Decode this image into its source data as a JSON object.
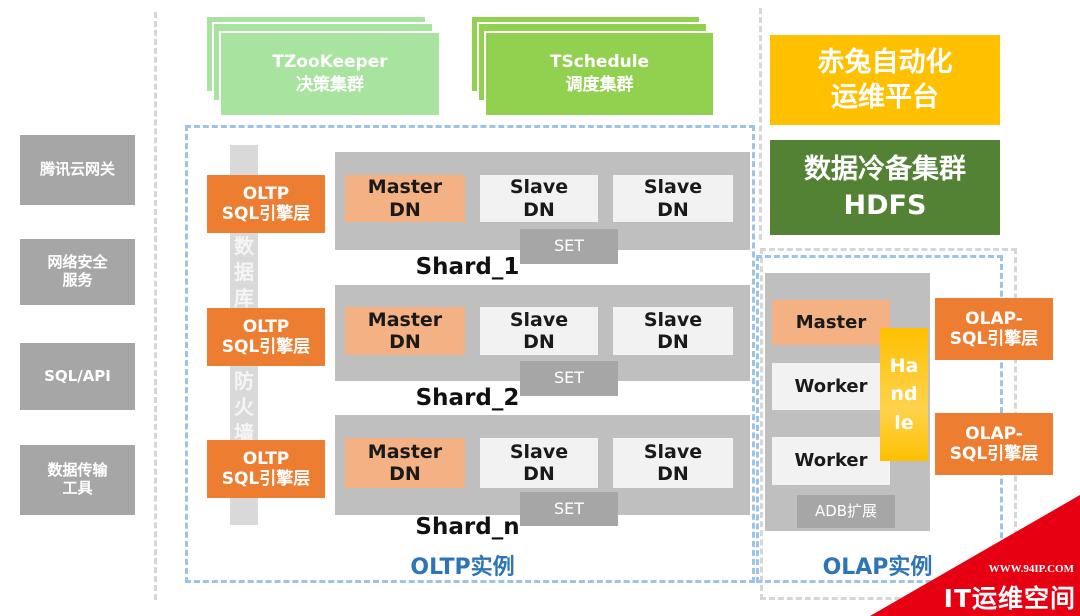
{
  "left_services": [
    {
      "lines": [
        "腾讯云网关"
      ]
    },
    {
      "lines": [
        "网络安全",
        "服务"
      ]
    },
    {
      "lines": [
        "SQL/API"
      ]
    },
    {
      "lines": [
        "数据传输",
        "工具"
      ]
    }
  ],
  "top_clusters": [
    {
      "name": "TZooKeeper",
      "desc": "决策集群"
    },
    {
      "name": "TSchedule",
      "desc": "调度集群"
    }
  ],
  "ops_platform": {
    "lines": [
      "赤兔自动化",
      "运维平台"
    ]
  },
  "backup_cluster": {
    "lines": [
      "数据冷备集群",
      "HDFS"
    ]
  },
  "oltp": {
    "label": "OLTP实例",
    "firewall_chars": [
      "数",
      "据",
      "库",
      "防",
      "火",
      "墙"
    ],
    "engines": [
      {
        "lines": [
          "OLTP",
          "SQL引擎层"
        ]
      },
      {
        "lines": [
          "OLTP",
          "SQL引擎层"
        ]
      },
      {
        "lines": [
          "OLTP",
          "SQL引擎层"
        ]
      }
    ],
    "shards": [
      {
        "name": "Shard_1",
        "nodes": [
          {
            "lines": [
              "Master",
              "DN"
            ]
          },
          {
            "lines": [
              "Slave",
              "DN"
            ]
          },
          {
            "lines": [
              "Slave",
              "DN"
            ]
          }
        ],
        "set_label": "SET"
      },
      {
        "name": "Shard_2",
        "nodes": [
          {
            "lines": [
              "Master",
              "DN"
            ]
          },
          {
            "lines": [
              "Slave",
              "DN"
            ]
          },
          {
            "lines": [
              "Slave",
              "DN"
            ]
          }
        ],
        "set_label": "SET"
      },
      {
        "name": "Shard_n",
        "nodes": [
          {
            "lines": [
              "Master",
              "DN"
            ]
          },
          {
            "lines": [
              "Slave",
              "DN"
            ]
          },
          {
            "lines": [
              "Slave",
              "DN"
            ]
          }
        ],
        "set_label": "SET"
      }
    ]
  },
  "olap": {
    "label": "OLAP实例",
    "master": "Master",
    "workers": [
      "Worker",
      "Worker"
    ],
    "handle_lines": [
      "Ha",
      "nd",
      "le"
    ],
    "extension": "ADB扩展",
    "engines": [
      {
        "lines": [
          "OLAP-",
          "SQL引擎层"
        ]
      },
      {
        "lines": [
          "OLAP-",
          "SQL引擎层"
        ]
      }
    ]
  },
  "watermark": {
    "url": "WWW.94IP.COM",
    "brand": "IT运维空间"
  },
  "colors": {
    "service-gray": "#A6A6A6",
    "engine-orange": "#ED7D31",
    "master-salmon": "#F4B183",
    "ops-amber": "#FFC000",
    "backup-green": "#548235",
    "zookeeper-green": "#A9E3A0",
    "schedule-green": "#92D050",
    "instance-blue": "#2E75B6",
    "watermark-red": "#E60012"
  }
}
